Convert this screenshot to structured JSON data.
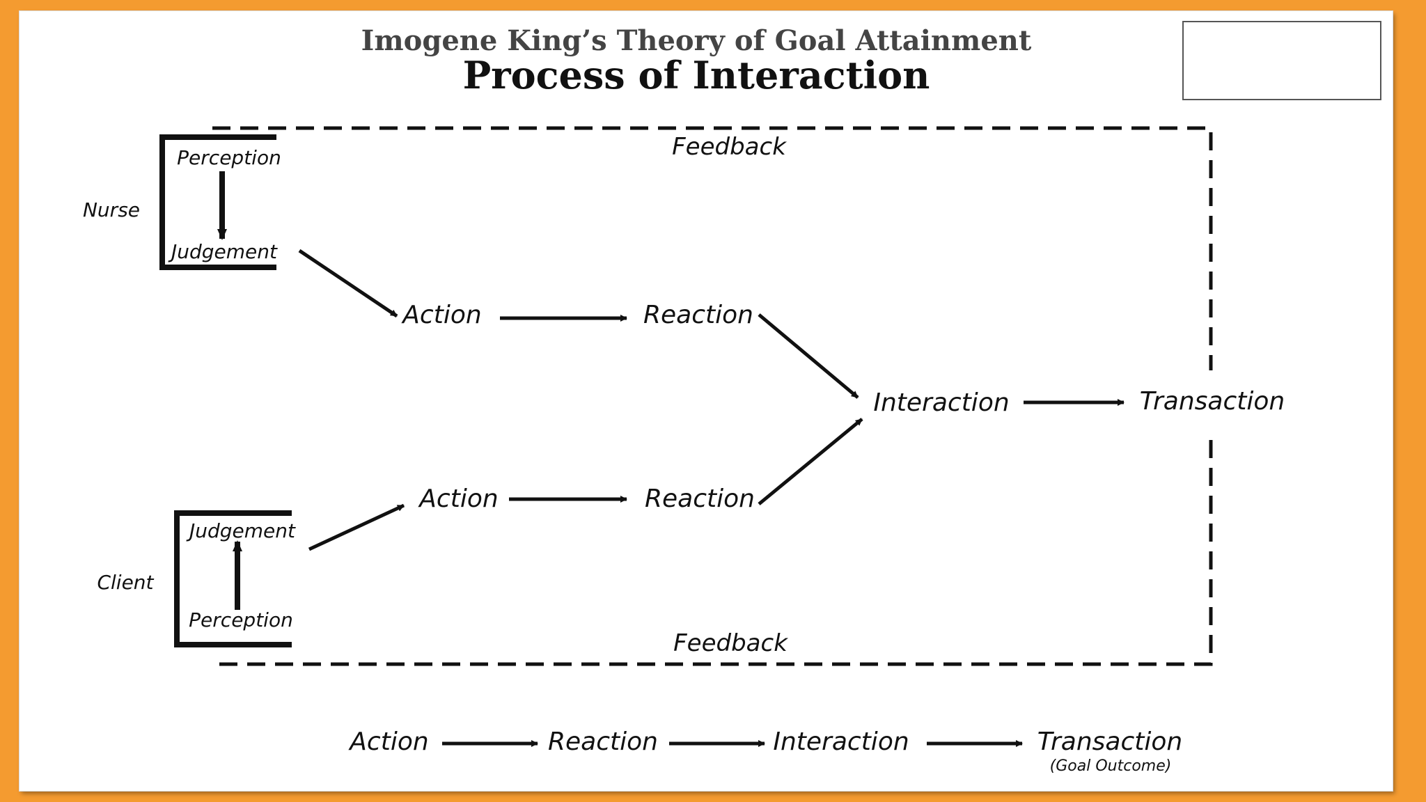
{
  "title": {
    "line1": "Imogene King’s Theory of Goal Attainment",
    "line2": "Process of Interaction"
  },
  "diagram": {
    "feedback_top": "Feedback",
    "feedback_bottom": "Feedback",
    "nurse": {
      "label": "Nurse",
      "perception": "Perception",
      "judgement": "Judgement",
      "action": "Action",
      "reaction": "Reaction"
    },
    "client": {
      "label": "Client",
      "perception": "Perception",
      "judgement": "Judgement",
      "action": "Action",
      "reaction": "Reaction"
    },
    "interaction": "Interaction",
    "transaction": "Transaction"
  },
  "summary": {
    "steps": [
      "Action",
      "Reaction",
      "Interaction",
      "Transaction"
    ],
    "note": "(Goal Outcome)"
  },
  "colors": {
    "background": "#F49B30",
    "slide": "#FFFFFF",
    "title_line1": "#444444",
    "title_line2": "#111111",
    "stroke": "#111111"
  }
}
